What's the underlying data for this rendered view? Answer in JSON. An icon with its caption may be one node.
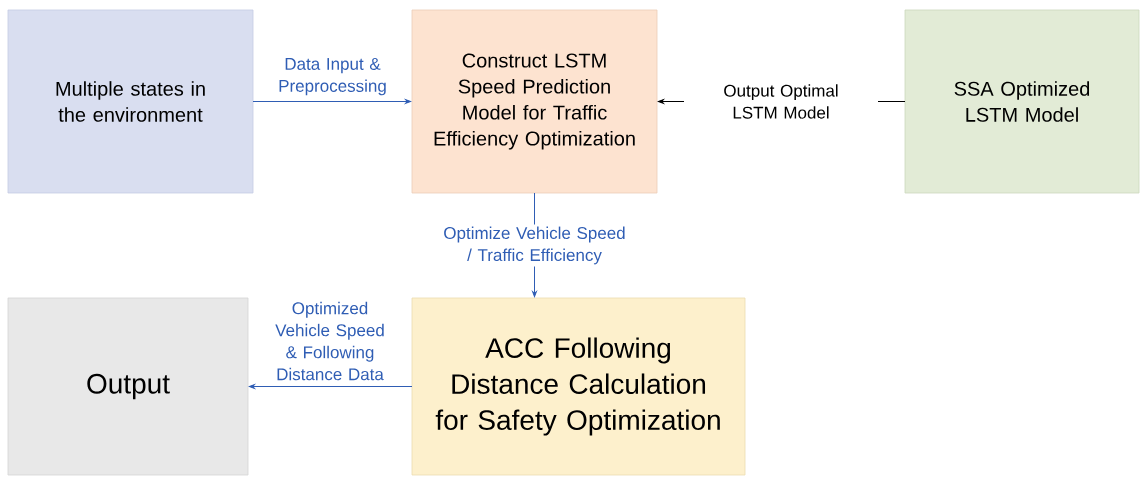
{
  "diagram": {
    "nodes": [
      {
        "text": [
          "Multiple states in the environment"
        ]
      },
      {
        "text": [
          "Construct LSTM Speed Prediction Model for Traffic Efficiency Optimization"
        ]
      },
      {
        "text": [
          "SSA Optimized LSTM Model"
        ]
      },
      {
        "text": [
          "Output"
        ]
      },
      {
        "text": [
          "ACC Following Distance Calculation for Safety Optimization"
        ]
      }
    ],
    "edges": [
      {
        "from": 0,
        "to": 1,
        "arrow": "to",
        "label": "Data Input & Preprocessing"
      },
      {
        "from": 2,
        "to": 1,
        "arrow": "to",
        "label": "Output Optimal LSTM Model",
        "color": "#000000"
      },
      {
        "from": 1,
        "to": 4,
        "arrow": "to",
        "label": "Optimize Vehicle Speed / Traffic Efficiency"
      },
      {
        "from": 4,
        "to": 3,
        "arrow": "to",
        "label": "Optimized Vehicle Speed & Following Distance Data"
      }
    ]
  }
}
